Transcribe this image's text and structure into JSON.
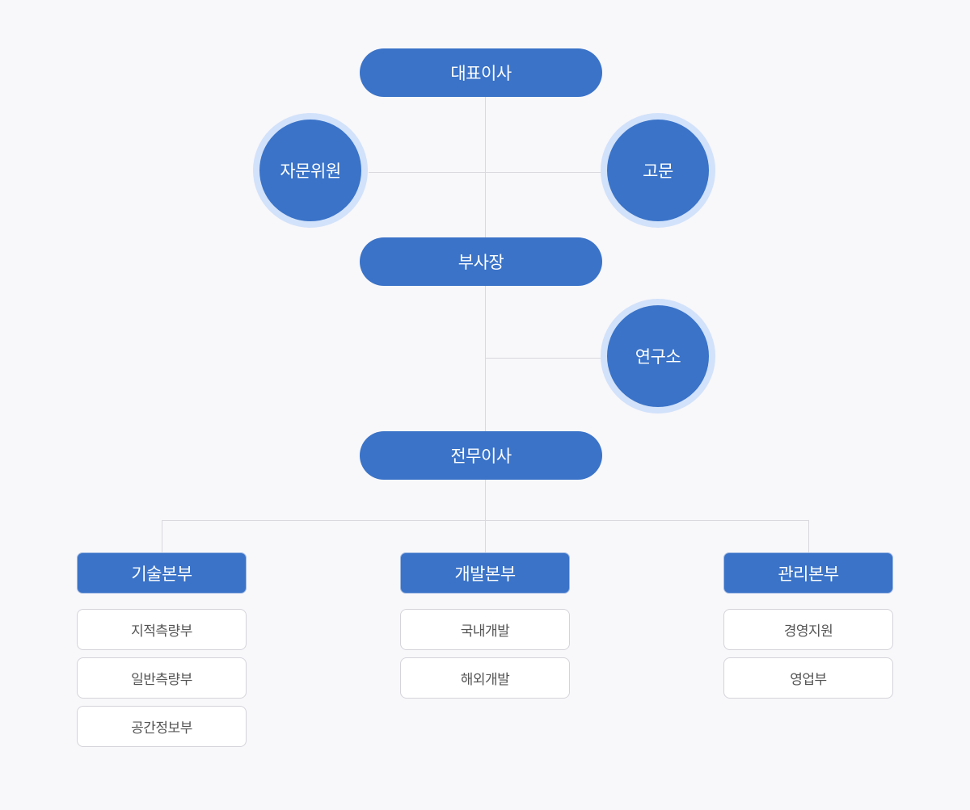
{
  "org": {
    "ceo": "대표이사",
    "advisory_committee": "자문위원",
    "advisor": "고문",
    "vice_president": "부사장",
    "research_institute": "연구소",
    "executive_director": "전무이사",
    "divisions": [
      {
        "name": "기술본부",
        "teams": [
          "지적측량부",
          "일반측량부",
          "공간정보부"
        ]
      },
      {
        "name": "개발본부",
        "teams": [
          "국내개발",
          "해외개발"
        ]
      },
      {
        "name": "관리본부",
        "teams": [
          "경영지원",
          "영업부"
        ]
      }
    ]
  },
  "colors": {
    "node_fill": "#3a73c8",
    "circle_ring": "#d2e2fa",
    "connector": "#d9d9de",
    "background": "#f8f7fa"
  }
}
